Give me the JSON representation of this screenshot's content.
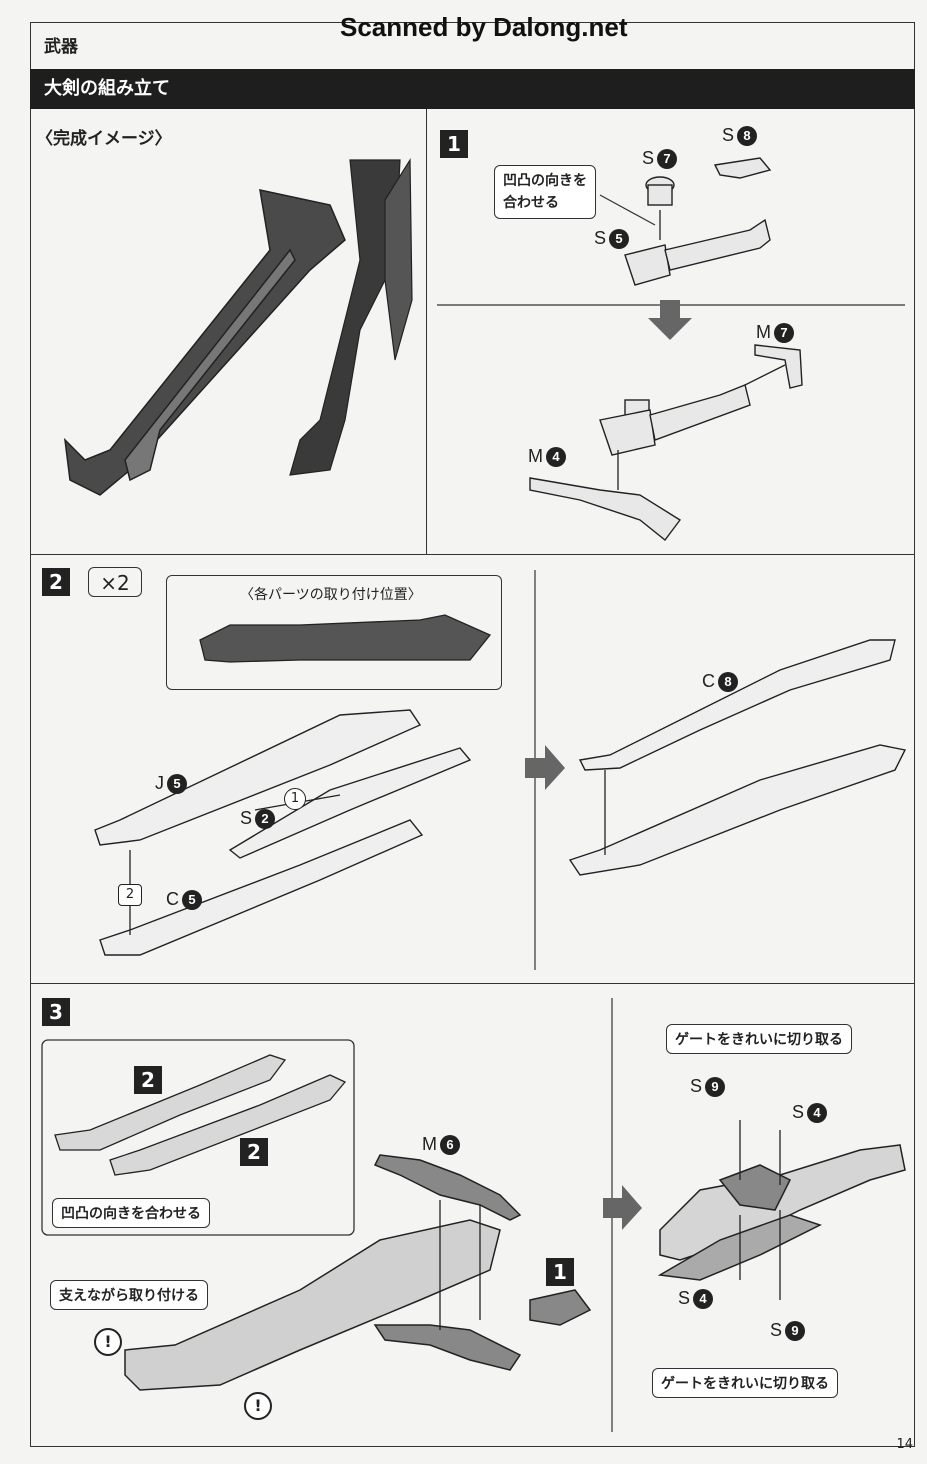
{
  "watermark": "Scanned by Dalong.net",
  "section_header": "武器",
  "section_title": "大剣の組み立て",
  "complete_image_label": "〈完成イメージ〉",
  "step1": {
    "num": "1",
    "callout": "凹凸の向きを\n合わせる",
    "labels": {
      "s7": "S",
      "s7n": "7",
      "s8": "S",
      "s8n": "8",
      "s5": "S",
      "s5n": "5",
      "m7": "M",
      "m7n": "7",
      "m4": "M",
      "m4n": "4"
    }
  },
  "step2": {
    "num": "2",
    "multiplier": "×2",
    "parts_position_label": "〈各パーツの取り付け位置〉",
    "labels": {
      "j5": "J",
      "j5n": "5",
      "s2": "S",
      "s2n": "2",
      "c5": "C",
      "c5n": "5",
      "c8": "C",
      "c8n": "8"
    },
    "order1": "1",
    "order2": "2"
  },
  "step3": {
    "num": "3",
    "sub2a": "2",
    "sub2b": "2",
    "sub1": "1",
    "callout_align": "凹凸の向きを合わせる",
    "callout_support": "支えながら取り付ける",
    "gate_callout_top": "ゲートをきれいに切り取る",
    "gate_callout_bottom": "ゲートをきれいに切り取る",
    "labels": {
      "m6": "M",
      "m6n": "6",
      "s9a": "S",
      "s9an": "9",
      "s4a": "S",
      "s4an": "4",
      "s4b": "S",
      "s4bn": "4",
      "s9b": "S",
      "s9bn": "9"
    },
    "warning": "!"
  },
  "page_number": "14"
}
